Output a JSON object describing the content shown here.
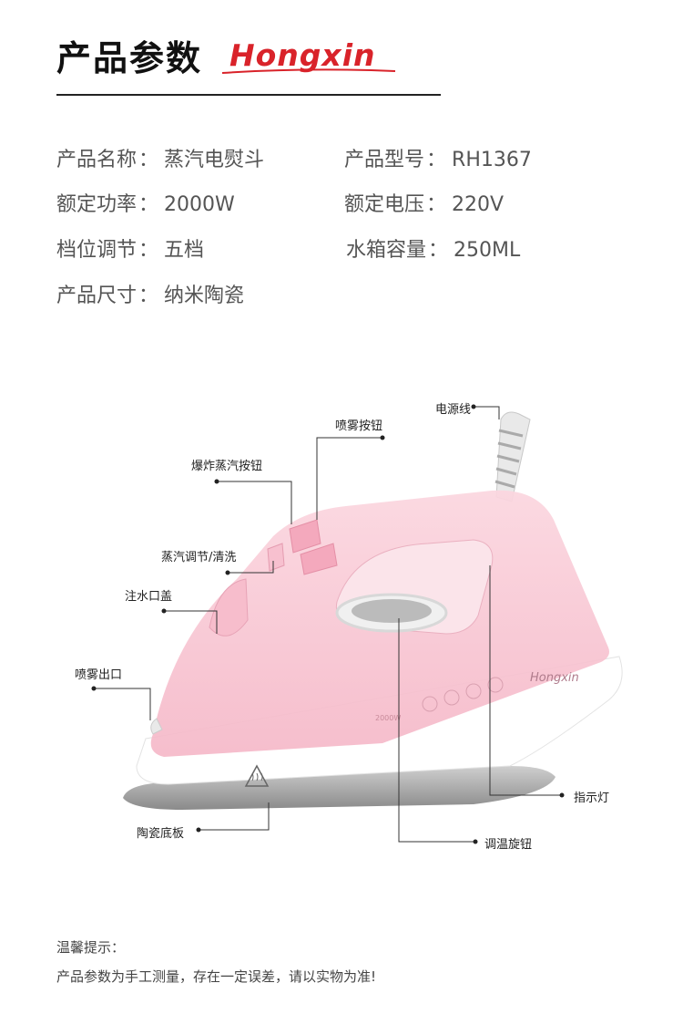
{
  "header": {
    "title": "产品参数",
    "brand": "Hongxin",
    "brand_color": "#d9232a"
  },
  "specs": [
    {
      "label": "产品名称",
      "value": "蒸汽电熨斗"
    },
    {
      "label": "产品型号",
      "value": "RH1367"
    },
    {
      "label": "额定功率",
      "value": "2000W"
    },
    {
      "label": "额定电压",
      "value": "220V"
    },
    {
      "label": "档位调节",
      "value": "五档"
    },
    {
      "label": "水箱容量",
      "value": "250ML"
    },
    {
      "label": "产品尺寸",
      "value": "纳米陶瓷"
    }
  ],
  "colon": "：",
  "product": {
    "body_color": "#f7c6d3",
    "brand_on_body": "Hongxin",
    "power_mark": "2000W"
  },
  "callouts": {
    "power_cord": "电源线",
    "spray_button": "喷雾按钮",
    "burst_button": "爆炸蒸汽按钮",
    "steam_adjust": "蒸汽调节/清洗",
    "fill_cap": "注水口盖",
    "spray_outlet": "喷雾出口",
    "indicator": "指示灯",
    "soleplate": "陶瓷底板",
    "temp_dial": "调温旋钮"
  },
  "notes": {
    "title": "温馨提示：",
    "body": "产品参数为手工测量，存在一定误差，请以实物为准!"
  }
}
